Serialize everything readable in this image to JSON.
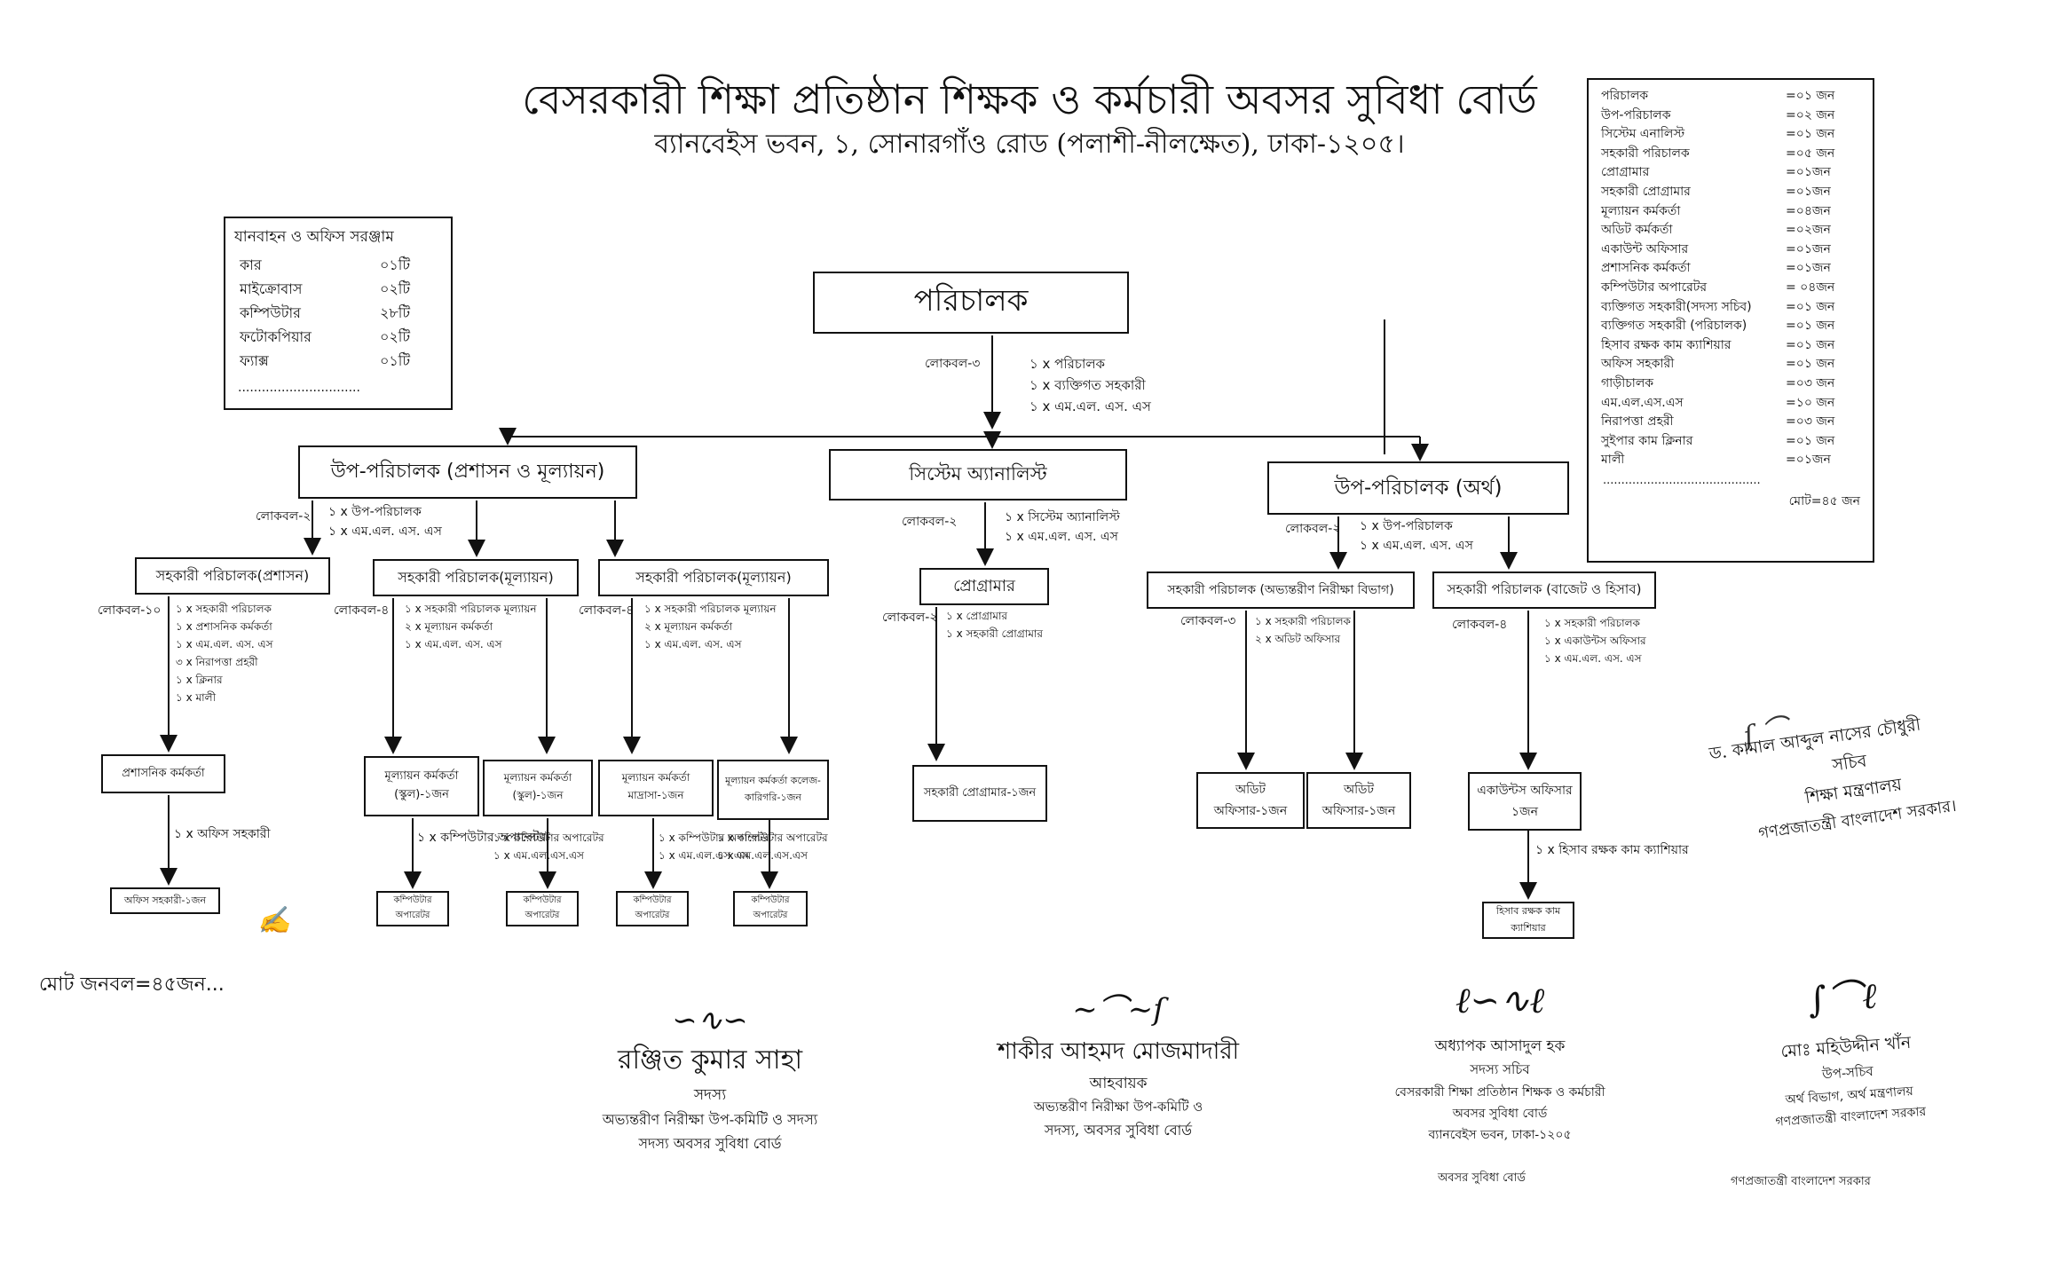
{
  "header": {
    "title": "বেসরকারী শিক্ষা প্রতিষ্ঠান শিক্ষক ও কর্মচারী অবসর সুবিধা বোর্ড",
    "address": "ব্যানবেইস ভবন, ১, সোনারগাঁও রোড (পলাশী-নীলক্ষেত), ঢাকা-১২০৫।"
  },
  "vehicles": {
    "heading": "যানবাহন ও অফিস সরঞ্জাম",
    "items": [
      {
        "name": "কার",
        "qty": "০১টি"
      },
      {
        "name": "মাইক্রোবাস",
        "qty": "০২টি"
      },
      {
        "name": "কম্পিউটার",
        "qty": "২৮টি"
      },
      {
        "name": "ফটোকপিয়ার",
        "qty": "০২টি"
      },
      {
        "name": "ফ্যাক্স",
        "qty": "০১টি"
      }
    ],
    "dots": "..............................."
  },
  "staff_summary": {
    "items": [
      {
        "name": "পরিচালক",
        "count": "=০১ জন"
      },
      {
        "name": "উপ-পরিচালক",
        "count": "=০২ জন"
      },
      {
        "name": "সিস্টেম এনালিস্ট",
        "count": "=০১ জন"
      },
      {
        "name": "সহকারী পরিচালক",
        "count": "=০৫ জন"
      },
      {
        "name": "প্রোগ্রামার",
        "count": "=০১জন"
      },
      {
        "name": "সহকারী প্রোগ্রামার",
        "count": "=০১জন"
      },
      {
        "name": "মূল্যায়ন কর্মকর্তা",
        "count": "=০৪জন"
      },
      {
        "name": "অডিট কর্মকর্তা",
        "count": "=০২জন"
      },
      {
        "name": "একাউন্ট অফিসার",
        "count": "=০১জন"
      },
      {
        "name": "প্রশাসনিক কর্মকর্তা",
        "count": "=০১জন"
      },
      {
        "name": "কম্পিউটার অপারেটর",
        "count": "= ০৪জন"
      },
      {
        "name": "ব্যক্তিগত সহকারী(সদস্য সচিব)",
        "count": "=০১ জন"
      },
      {
        "name": "ব্যক্তিগত সহকারী (পরিচালক)",
        "count": "=০১ জন"
      },
      {
        "name": "হিসাব রক্ষক কাম ক্যাশিয়ার",
        "count": "=০১ জন"
      },
      {
        "name": "অফিস সহকারী",
        "count": "=০১ জন"
      },
      {
        "name": "গাড়ীচালক",
        "count": "=০৩ জন"
      },
      {
        "name": "এম.এল.এস.এস",
        "count": "=১০ জন"
      },
      {
        "name": "নিরাপত্তা প্রহরী",
        "count": "=০৩ জন"
      },
      {
        "name": "সুইপার কাম ক্লিনার",
        "count": "=০১ জন"
      },
      {
        "name": "মালী",
        "count": "=০১জন"
      }
    ],
    "dots": "...........................................",
    "total": "মোট=৪৫ জন"
  },
  "org": {
    "director": {
      "title": "পরিচালক",
      "manpower": "লোকবল-৩",
      "details": [
        "১ x পরিচালক",
        "১ x ব্যক্তিগত সহকারী",
        "১ x এম.এল. এস. এস"
      ]
    },
    "dd_admin": {
      "title": "উপ-পরিচালক (প্রশাসন ও মূল্যায়ন)",
      "manpower": "লোকবল-২",
      "details": [
        "১ x উপ-পরিচালক",
        "১ x এম.এল. এস. এস"
      ]
    },
    "sysan": {
      "title": "সিস্টেম অ্যানালিস্ট",
      "manpower": "লোকবল-২",
      "details": [
        "১ x সিস্টেম অ্যানালিস্ট",
        "১ x এম.এল. এস. এস"
      ]
    },
    "dd_fin": {
      "title": "উপ-পরিচালক (অর্থ)",
      "manpower": "লোকবল-২",
      "details": [
        "১ x উপ-পরিচালক",
        "১ x এম.এল. এস. এস"
      ]
    },
    "ad_admin": {
      "title": "সহকারী পরিচালক(প্রশাসন)",
      "manpower": "লোকবল-১০",
      "details": [
        "১ x সহকারী পরিচালক",
        "১ x প্রশাসনিক কর্মকর্তা",
        "১ x এম.এল. এস. এস",
        "৩ x নিরাপত্তা প্রহরী",
        "১ x ক্লিনার",
        "১ x মালী"
      ]
    },
    "ad_eval1": {
      "title": "সহকারী পরিচালক(মূল্যায়ন)",
      "manpower": "লোকবল-৪",
      "details": [
        "১ x সহকারী পরিচালক মূল্যায়ন",
        "২ x মূল্যায়ন কর্মকর্তা",
        "১ x এম.এল. এস. এস"
      ]
    },
    "ad_eval2": {
      "title": "সহকারী পরিচালক(মূল্যায়ন)",
      "manpower": "লোকবল-৪",
      "details": [
        "১ x সহকারী পরিচালক মূল্যায়ন",
        "২ x মূল্যায়ন কর্মকর্তা",
        "১ x এম.এল. এস. এস"
      ]
    },
    "programmer": {
      "title": "প্রোগ্রামার",
      "manpower": "লোকবল-২",
      "details": [
        "১ x প্রোগ্রামার",
        "১ x সহকারী প্রোগ্রামার"
      ]
    },
    "ad_audit": {
      "title": "সহকারী পরিচালক (অভ্যন্তরীণ নিরীক্ষা বিভাগ)",
      "manpower": "লোকবল-৩",
      "details": [
        "১ x সহকারী পরিচালক",
        "২ x অডিট অফিসার"
      ]
    },
    "ad_accounts": {
      "title": "সহকারী পরিচালক (বাজেট ও হিসাব)",
      "manpower": "লোকবল-৪",
      "details": [
        "১ x সহকারী পরিচালক",
        "১ x একাউন্টস অফিসার",
        "১ x এম.এল. এস. এস"
      ]
    },
    "admin_officer": {
      "title": "প্রশাসনিক কর্মকর্তা",
      "details": [
        "১ x অফিস সহকারী"
      ]
    },
    "office_asst": {
      "title": "অফিস সহকারী-১জন"
    },
    "eval_off1": {
      "title": "মূল্যায়ন কর্মকর্তা (স্কুল)-১জন",
      "details": [
        "১ x কম্পিউটার অপারেটর"
      ]
    },
    "eval_off2": {
      "title": "মূল্যায়ন কর্মকর্তা (স্কুল)-১জন",
      "details": [
        "১ x কম্পিউটার অপারেটর",
        "১ x এম.এল.এস.এস"
      ]
    },
    "eval_off3": {
      "title": "মূল্যায়ন কর্মকর্তা মাদ্রাসা-১জন",
      "details": [
        "১ x কম্পিউটার অপারেটর",
        "১ x এম.এল.এস.এস"
      ]
    },
    "eval_off4": {
      "title": "মূল্যায়ন কর্মকর্তা কলেজ-কারিগরি-১জন",
      "details": [
        "১ x কম্পিউটার অপারেটর",
        "১ x এম.এল.এস.এস"
      ]
    },
    "comp_op": {
      "title": "কম্পিউটার অপারেটর"
    },
    "asst_prog": {
      "title": "সহকারী প্রোগ্রামার-১জন"
    },
    "audit_off1": {
      "title": "অডিট অফিসার-১জন"
    },
    "audit_off2": {
      "title": "অডিট অফিসার-১জন"
    },
    "acc_off": {
      "title": "একাউন্টস অফিসার ১জন",
      "details": [
        "১ x হিসাব রক্ষক কাম ক্যাশিয়ার"
      ]
    },
    "cashier": {
      "title": "হিসাব রক্ষক কাম ক্যাশিয়ার"
    }
  },
  "total_manpower": "মোট জনবল=৪৫জন...",
  "signatures": [
    {
      "name": "রঞ্জিত কুমার সাহা",
      "role": "সদস্য",
      "extra": [
        "অভ্যন্তরীণ নিরীক্ষা উপ-কমিটি ও সদস্য",
        "সদস্য অবসর সুবিধা বোর্ড"
      ]
    },
    {
      "name": "শাকীর আহমদ মোজমাদারী",
      "role": "আহবায়ক",
      "extra": [
        "অভ্যন্তরীণ নিরীক্ষা উপ-কমিটি ও",
        "সদস্য, অবসর সুবিধা বোর্ড"
      ]
    },
    {
      "name": "অধ্যাপক আসাদুল হক",
      "role": "সদস্য সচিব",
      "extra": [
        "বেসরকারী শিক্ষা প্রতিষ্ঠান শিক্ষক ও কর্মচারী",
        "অবসর সুবিধা বোর্ড",
        "ব্যানবেইস ভবন, ঢাকা-১২০৫"
      ]
    },
    {
      "name": "মোঃ মহিউদ্দীন খাঁন",
      "role": "উপ-সচিব",
      "extra": [
        "অর্থ বিভাগ, অর্থ মন্ত্রণালয়",
        "গণপ্রজাতন্ত্রী বাংলাদেশ সরকার"
      ]
    }
  ],
  "secretary": {
    "name": "ড. কামাল আব্দুল নাসের চৌধুরী",
    "role": "সচিব",
    "ministry": "শিক্ষা মন্ত্রণালয়",
    "govt": "গণপ্রজাতন্ত্রী বাংলাদেশ সরকার।"
  },
  "footer_left": "অবসর সুবিধা বোর্ড",
  "footer_right": "গণপ্রজাতন্ত্রী বাংলাদেশ সরকার"
}
